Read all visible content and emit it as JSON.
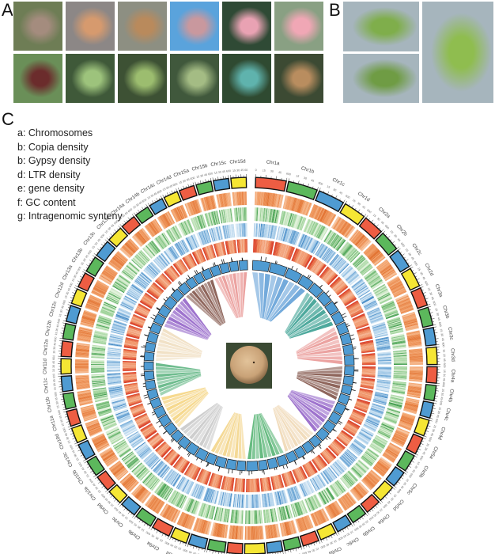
{
  "panels": {
    "a": {
      "letter": "A"
    },
    "b": {
      "letter": "B"
    },
    "c": {
      "letter": "C"
    }
  },
  "panel_a": {
    "description": "Developmental stages of persimmon: bud, leaf emergence, flowering and fruit development",
    "photos": [
      {
        "row": 0,
        "col": 0,
        "subject": "dormant-twig-bud",
        "bg": "#6e7d55",
        "fg": "#a48c7e"
      },
      {
        "row": 0,
        "col": 1,
        "subject": "bud-break",
        "bg": "#8c8786",
        "fg": "#d69a6e"
      },
      {
        "row": 0,
        "col": 2,
        "subject": "young-leaves",
        "bg": "#8d8f82",
        "fg": "#b98a5c"
      },
      {
        "row": 0,
        "col": 3,
        "subject": "flower-bud",
        "bg": "#5aa3dc",
        "fg": "#c9989e"
      },
      {
        "row": 0,
        "col": 4,
        "subject": "open-flower-calyx",
        "bg": "#2f4a35",
        "fg": "#e9a2b3"
      },
      {
        "row": 0,
        "col": 5,
        "subject": "pink-flower",
        "bg": "#89a083",
        "fg": "#f0a7b5"
      },
      {
        "row": 1,
        "col": 0,
        "subject": "wilting-flower",
        "bg": "#6a8f58",
        "fg": "#6b2c2c"
      },
      {
        "row": 1,
        "col": 1,
        "subject": "fruit-set",
        "bg": "#3f5939",
        "fg": "#9dc37c"
      },
      {
        "row": 1,
        "col": 2,
        "subject": "young-fruit",
        "bg": "#3d5134",
        "fg": "#9cbd6f"
      },
      {
        "row": 1,
        "col": 3,
        "subject": "expanding-fruit",
        "bg": "#40583c",
        "fg": "#a4bc84"
      },
      {
        "row": 1,
        "col": 4,
        "subject": "mature-green-fruit",
        "bg": "#2f4a31",
        "fg": "#5fb3ad"
      },
      {
        "row": 1,
        "col": 5,
        "subject": "ripening-fruit",
        "bg": "#3c4a33",
        "fg": "#b98d5f"
      }
    ]
  },
  "panel_b": {
    "description": "Persimmon seedlings",
    "photos": [
      {
        "subject": "seedling-top-view",
        "bg": "#a6b5bd",
        "fg": "#7fae4b"
      },
      {
        "subject": "seedling-apex-closeup",
        "bg": "#a6b5bd",
        "fg": "#6f9c44"
      },
      {
        "subject": "potted-seedling",
        "bg": "#a6b5bd",
        "fg": "#8fbd4f"
      }
    ]
  },
  "legend": {
    "items": [
      "a: Chromosomes",
      "b: Copia density",
      "b: Gypsy density",
      "d: LTR density",
      "e: gene density",
      "f: GC content",
      "g: Intragenomic synteny"
    ]
  },
  "chart_data": {
    "type": "circos",
    "title": "",
    "tracks": [
      {
        "id": "a",
        "name": "Chromosomes",
        "kind": "ideogram"
      },
      {
        "id": "b",
        "name": "Copia density",
        "kind": "heatmap",
        "palette": [
          "#fbe3cf",
          "#f2a068",
          "#e06d2a"
        ]
      },
      {
        "id": "b2",
        "name": "Gypsy density",
        "kind": "heatmap",
        "palette": [
          "#e3f2dc",
          "#9fd39a",
          "#3d9b4a"
        ]
      },
      {
        "id": "d",
        "name": "LTR density",
        "kind": "heatmap",
        "palette": [
          "#e1eef8",
          "#9ec7e6",
          "#3d85c3"
        ]
      },
      {
        "id": "e",
        "name": "gene density",
        "kind": "heatmap",
        "palette": [
          "#fbe0cf",
          "#ef8a5a",
          "#d93a22"
        ]
      },
      {
        "id": "f",
        "name": "GC content",
        "kind": "histogram",
        "color": "#4f9bd2"
      },
      {
        "id": "g",
        "name": "Intragenomic synteny",
        "kind": "links"
      }
    ],
    "subgenome_colors": {
      "a": "#ee5d43",
      "b": "#5cb85c",
      "c": "#4f9bd2",
      "d": "#f5e634"
    },
    "chromosomes": [
      "Chr1a",
      "Chr1b",
      "Chr1c",
      "Chr1d",
      "Chr2a",
      "Chr2b",
      "Chr2c",
      "Chr2d",
      "Chr3a",
      "Chr3b",
      "Chr3c",
      "Chr3d",
      "Chr4a",
      "Chr4b",
      "Chr4c",
      "Chr4d",
      "Chr5a",
      "Chr5b",
      "Chr5c",
      "Chr5d",
      "Chr6a",
      "Chr6b",
      "Chr6c",
      "Chr6d",
      "Chr7a",
      "Chr7b",
      "Chr7c",
      "Chr7d",
      "Chr8a",
      "Chr8b",
      "Chr8c",
      "Chr8d",
      "Chr9a",
      "Chr9b",
      "Chr9c",
      "Chr9d",
      "Chr10a",
      "Chr10b",
      "Chr10c",
      "Chr10d",
      "Chr11a",
      "Chr11b",
      "Chr11c",
      "Chr11d",
      "Chr12a",
      "Chr12b",
      "Chr12c",
      "Chr12d",
      "Chr13a",
      "Chr13b",
      "Chr13c",
      "Chr13d",
      "Chr14a",
      "Chr14b",
      "Chr14c",
      "Chr14d",
      "Chr15a",
      "Chr15b",
      "Chr15c",
      "Chr15d"
    ],
    "chromosome_lengths_mb": [
      60,
      58,
      52,
      44,
      40,
      40,
      38,
      38,
      36,
      36,
      34,
      34,
      32,
      30,
      30,
      32,
      34,
      34,
      32,
      34,
      30,
      30,
      30,
      32,
      32,
      32,
      30,
      40,
      30,
      34,
      34,
      32,
      36,
      34,
      32,
      30,
      32,
      32,
      32,
      30,
      30,
      30,
      30,
      30,
      30,
      30,
      32,
      30,
      30,
      32,
      34,
      32,
      30,
      28,
      28,
      28,
      30,
      30,
      30,
      30
    ],
    "tick_labels": [
      "0",
      "15",
      "30",
      "45",
      "60"
    ],
    "link_groups": [
      {
        "chroms": [
          "Chr1a",
          "Chr1b",
          "Chr1c",
          "Chr1d"
        ],
        "color": "#5b9bd5"
      },
      {
        "chroms": [
          "Chr2a",
          "Chr2b",
          "Chr2c",
          "Chr2d"
        ],
        "color": "#2f9a8c"
      },
      {
        "chroms": [
          "Chr3a",
          "Chr3b",
          "Chr3c",
          "Chr3d"
        ],
        "color": "#e8928f"
      },
      {
        "chroms": [
          "Chr4a",
          "Chr4b",
          "Chr4c",
          "Chr4d"
        ],
        "color": "#7a4a3e"
      },
      {
        "chroms": [
          "Chr5a",
          "Chr5b",
          "Chr5c",
          "Chr5d"
        ],
        "color": "#8d5bc4"
      },
      {
        "chroms": [
          "Chr6a",
          "Chr6b",
          "Chr6c",
          "Chr6d"
        ],
        "color": "#eed6b0"
      },
      {
        "chroms": [
          "Chr7a",
          "Chr7b",
          "Chr7c",
          "Chr7d"
        ],
        "color": "#4caf6b"
      },
      {
        "chroms": [
          "Chr8a",
          "Chr8b",
          "Chr8c",
          "Chr8d"
        ],
        "color": "#f2d283"
      },
      {
        "chroms": [
          "Chr9a",
          "Chr9b",
          "Chr9c",
          "Chr9d"
        ],
        "color": "#c6c6c6"
      },
      {
        "chroms": [
          "Chr10a",
          "Chr10b",
          "Chr10c",
          "Chr10d"
        ],
        "color": "#f4d27a"
      },
      {
        "chroms": [
          "Chr11a",
          "Chr11b",
          "Chr11c",
          "Chr11d"
        ],
        "color": "#55b07a"
      },
      {
        "chroms": [
          "Chr12a",
          "Chr12b",
          "Chr12c",
          "Chr12d"
        ],
        "color": "#efdcbc"
      },
      {
        "chroms": [
          "Chr13a",
          "Chr13b",
          "Chr13c",
          "Chr13d"
        ],
        "color": "#8d5bc4"
      },
      {
        "chroms": [
          "Chr14a",
          "Chr14b",
          "Chr14c",
          "Chr14d"
        ],
        "color": "#7a4a3e"
      },
      {
        "chroms": [
          "Chr15a",
          "Chr15b",
          "Chr15c",
          "Chr15d"
        ],
        "color": "#e8928f"
      }
    ],
    "center_image": {
      "subject": "ripe-persimmon-fruit",
      "bg": "#3b4a33",
      "fg": "#c9a277"
    }
  }
}
